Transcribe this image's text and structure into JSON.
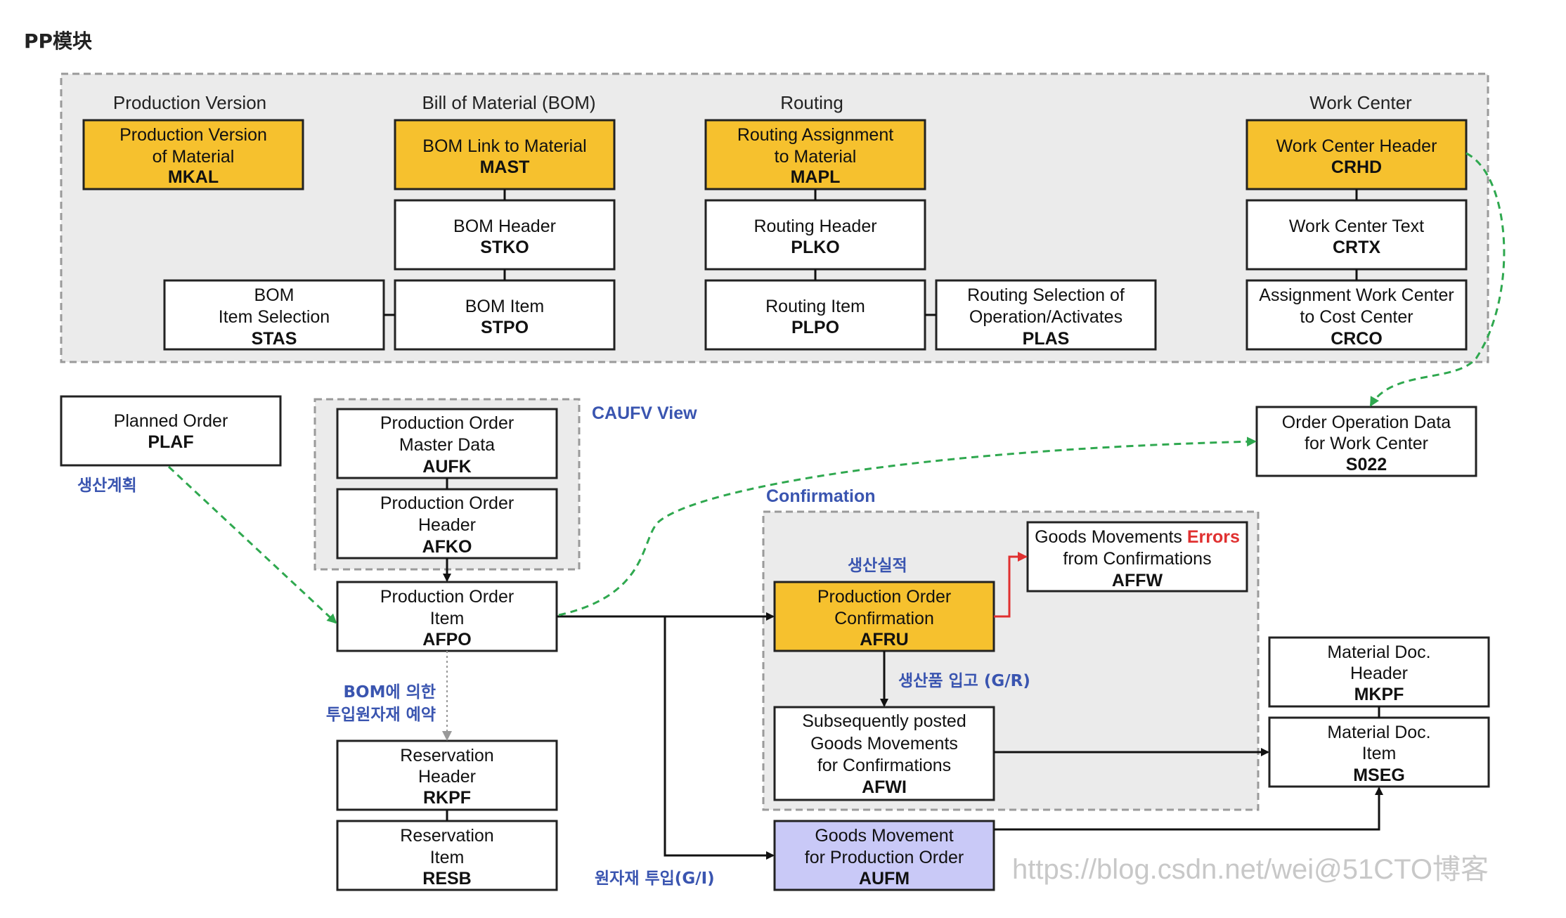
{
  "page": {
    "title": "PP模块",
    "watermark": "https://blog.csdn.net/wei@51CTO博客"
  },
  "sections": {
    "production_version": "Production Version",
    "bom": "Bill of Material (BOM)",
    "routing": "Routing",
    "work_center": "Work Center",
    "caufv_view": "CAUFV View",
    "confirmation": "Confirmation"
  },
  "boxes": {
    "mkal": [
      "Production Version",
      "of Material",
      "MKAL"
    ],
    "mast": [
      "BOM Link to Material",
      "MAST"
    ],
    "stko": [
      "BOM Header",
      "STKO"
    ],
    "stas": [
      "BOM",
      "Item Selection",
      "STAS"
    ],
    "stpo": [
      "BOM Item",
      "STPO"
    ],
    "mapl": [
      "Routing Assignment",
      "to Material",
      "MAPL"
    ],
    "plko": [
      "Routing Header",
      "PLKO"
    ],
    "plpo": [
      "Routing Item",
      "PLPO"
    ],
    "plas": [
      "Routing Selection of",
      "Operation/Activates",
      "PLAS"
    ],
    "crhd": [
      "Work Center Header",
      "CRHD"
    ],
    "crtx": [
      "Work Center Text",
      "CRTX"
    ],
    "crco": [
      "Assignment Work Center",
      "to Cost Center",
      "CRCO"
    ],
    "plaf": [
      "Planned Order",
      "PLAF"
    ],
    "aufk": [
      "Production Order",
      "Master Data",
      "AUFK"
    ],
    "afko": [
      "Production Order",
      "Header",
      "AFKO"
    ],
    "afpo": [
      "Production Order",
      "Item",
      "AFPO"
    ],
    "rkpf": [
      "Reservation",
      "Header",
      "RKPF"
    ],
    "resb": [
      "Reservation",
      "Item",
      "RESB"
    ],
    "s022": [
      "Order Operation Data",
      "for Work Center",
      "S022"
    ],
    "afww": [
      "from Confirmations",
      "AFFW"
    ],
    "afww_first_a": "Goods Movements ",
    "afww_first_b": "Errors",
    "afru": [
      "Production Order",
      "Confirmation",
      "AFRU"
    ],
    "afwi": [
      "Subsequently posted",
      "Goods Movements",
      "for Confirmations",
      "AFWI"
    ],
    "aufm": [
      "Goods Movement",
      "for Production Order",
      "AUFM"
    ],
    "mkpf": [
      "Material Doc.",
      "Header",
      "MKPF"
    ],
    "mseg": [
      "Material Doc.",
      "Item",
      "MSEG"
    ]
  },
  "labels": {
    "plan": "생산계획",
    "actual": "생산실적",
    "gr": "생산품 입고 (G/R)",
    "bom_res_1": "BOM에 의한",
    "bom_res_2": "투입원자재 예약",
    "gi": "원자재 투입(G/I)"
  },
  "colors": {
    "yellow": "#F6C12E",
    "lavender": "#C9C9F7",
    "white": "#FFFFFF",
    "panel_gray": "#EBEBEB",
    "dashed_border": "#9A9A9A",
    "green_arrow": "#2FA84F",
    "red_arrow": "#E03030",
    "label_blue": "#3A55B0"
  }
}
